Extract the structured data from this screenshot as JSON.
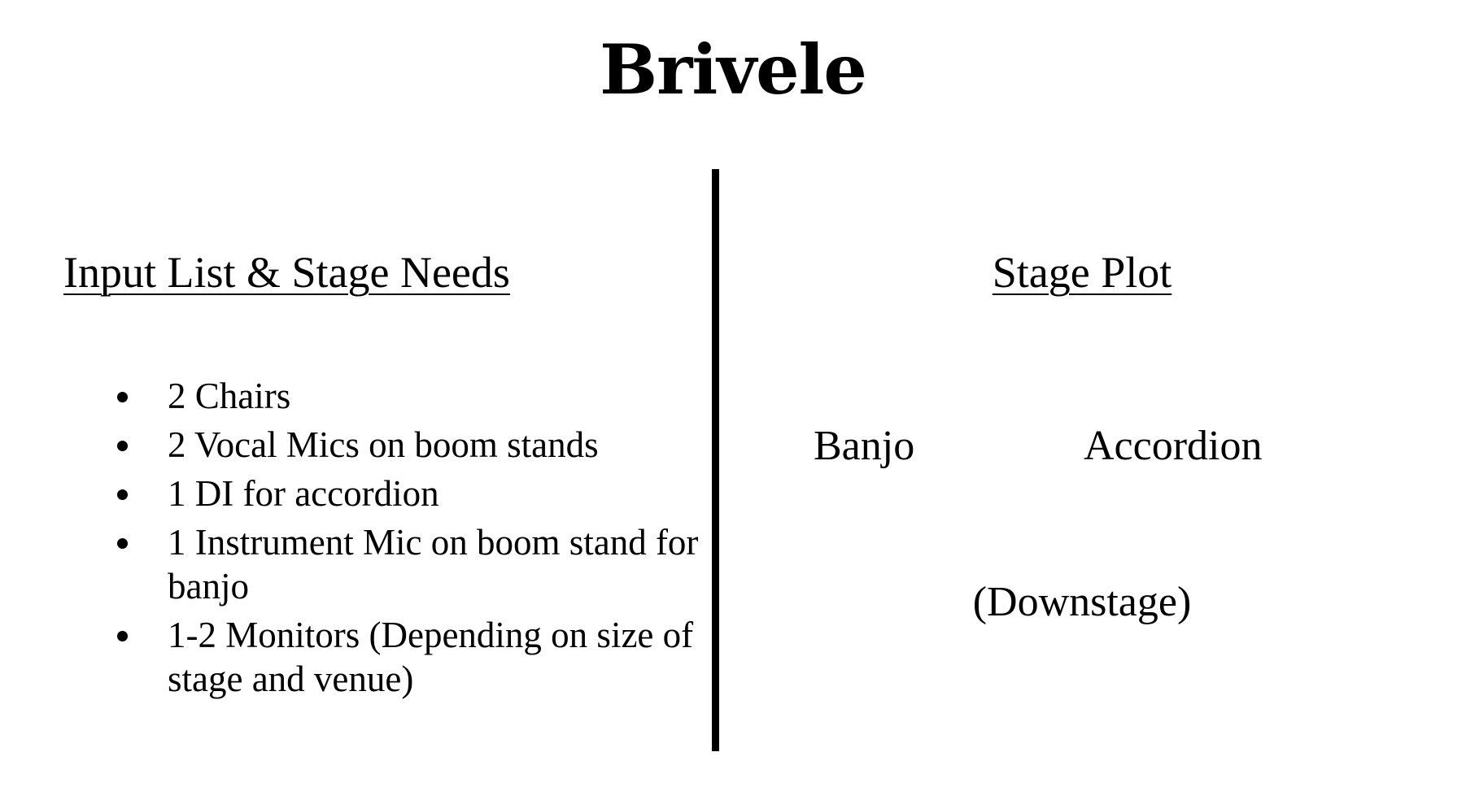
{
  "title": "Brivele",
  "left_section": {
    "heading": "Input List & Stage Needs",
    "items": [
      "2 Chairs",
      "2 Vocal Mics on boom stands",
      "1 DI for accordion",
      "1 Instrument Mic on boom stand for banjo",
      "1-2 Monitors (Depending on size of stage and venue)"
    ]
  },
  "right_section": {
    "heading": "Stage Plot",
    "positions": {
      "left": "Banjo",
      "right": "Accordion",
      "front": "(Downstage)"
    }
  }
}
